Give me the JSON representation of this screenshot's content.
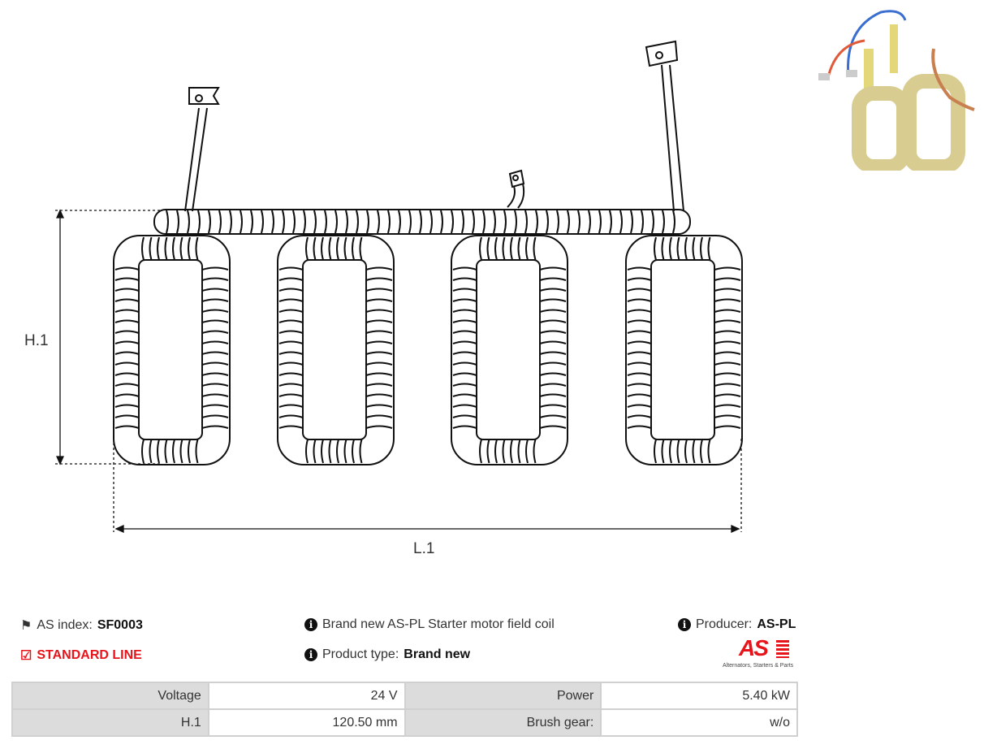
{
  "drawing": {
    "height_label": "H.1",
    "length_label": "L.1"
  },
  "info": {
    "as_index_label": "AS index:",
    "as_index_value": "SF0003",
    "line_label": "STANDARD LINE",
    "description": "Brand new AS-PL Starter motor field coil",
    "product_type_label": "Product type:",
    "product_type_value": "Brand new",
    "producer_label": "Producer:",
    "producer_value": "AS-PL",
    "logo_text": "AS",
    "logo_tagline": "Alternators, Starters & Parts"
  },
  "specs": [
    [
      {
        "k": "Voltage",
        "v": "24 V"
      },
      {
        "k": "Power",
        "v": "5.40 kW"
      }
    ],
    [
      {
        "k": "H.1",
        "v": "120.50 mm"
      },
      {
        "k": "Brush gear:",
        "v": "w/o"
      }
    ]
  ],
  "colors": {
    "accent": "#e8141b",
    "table_header": "#dcdcdc"
  }
}
